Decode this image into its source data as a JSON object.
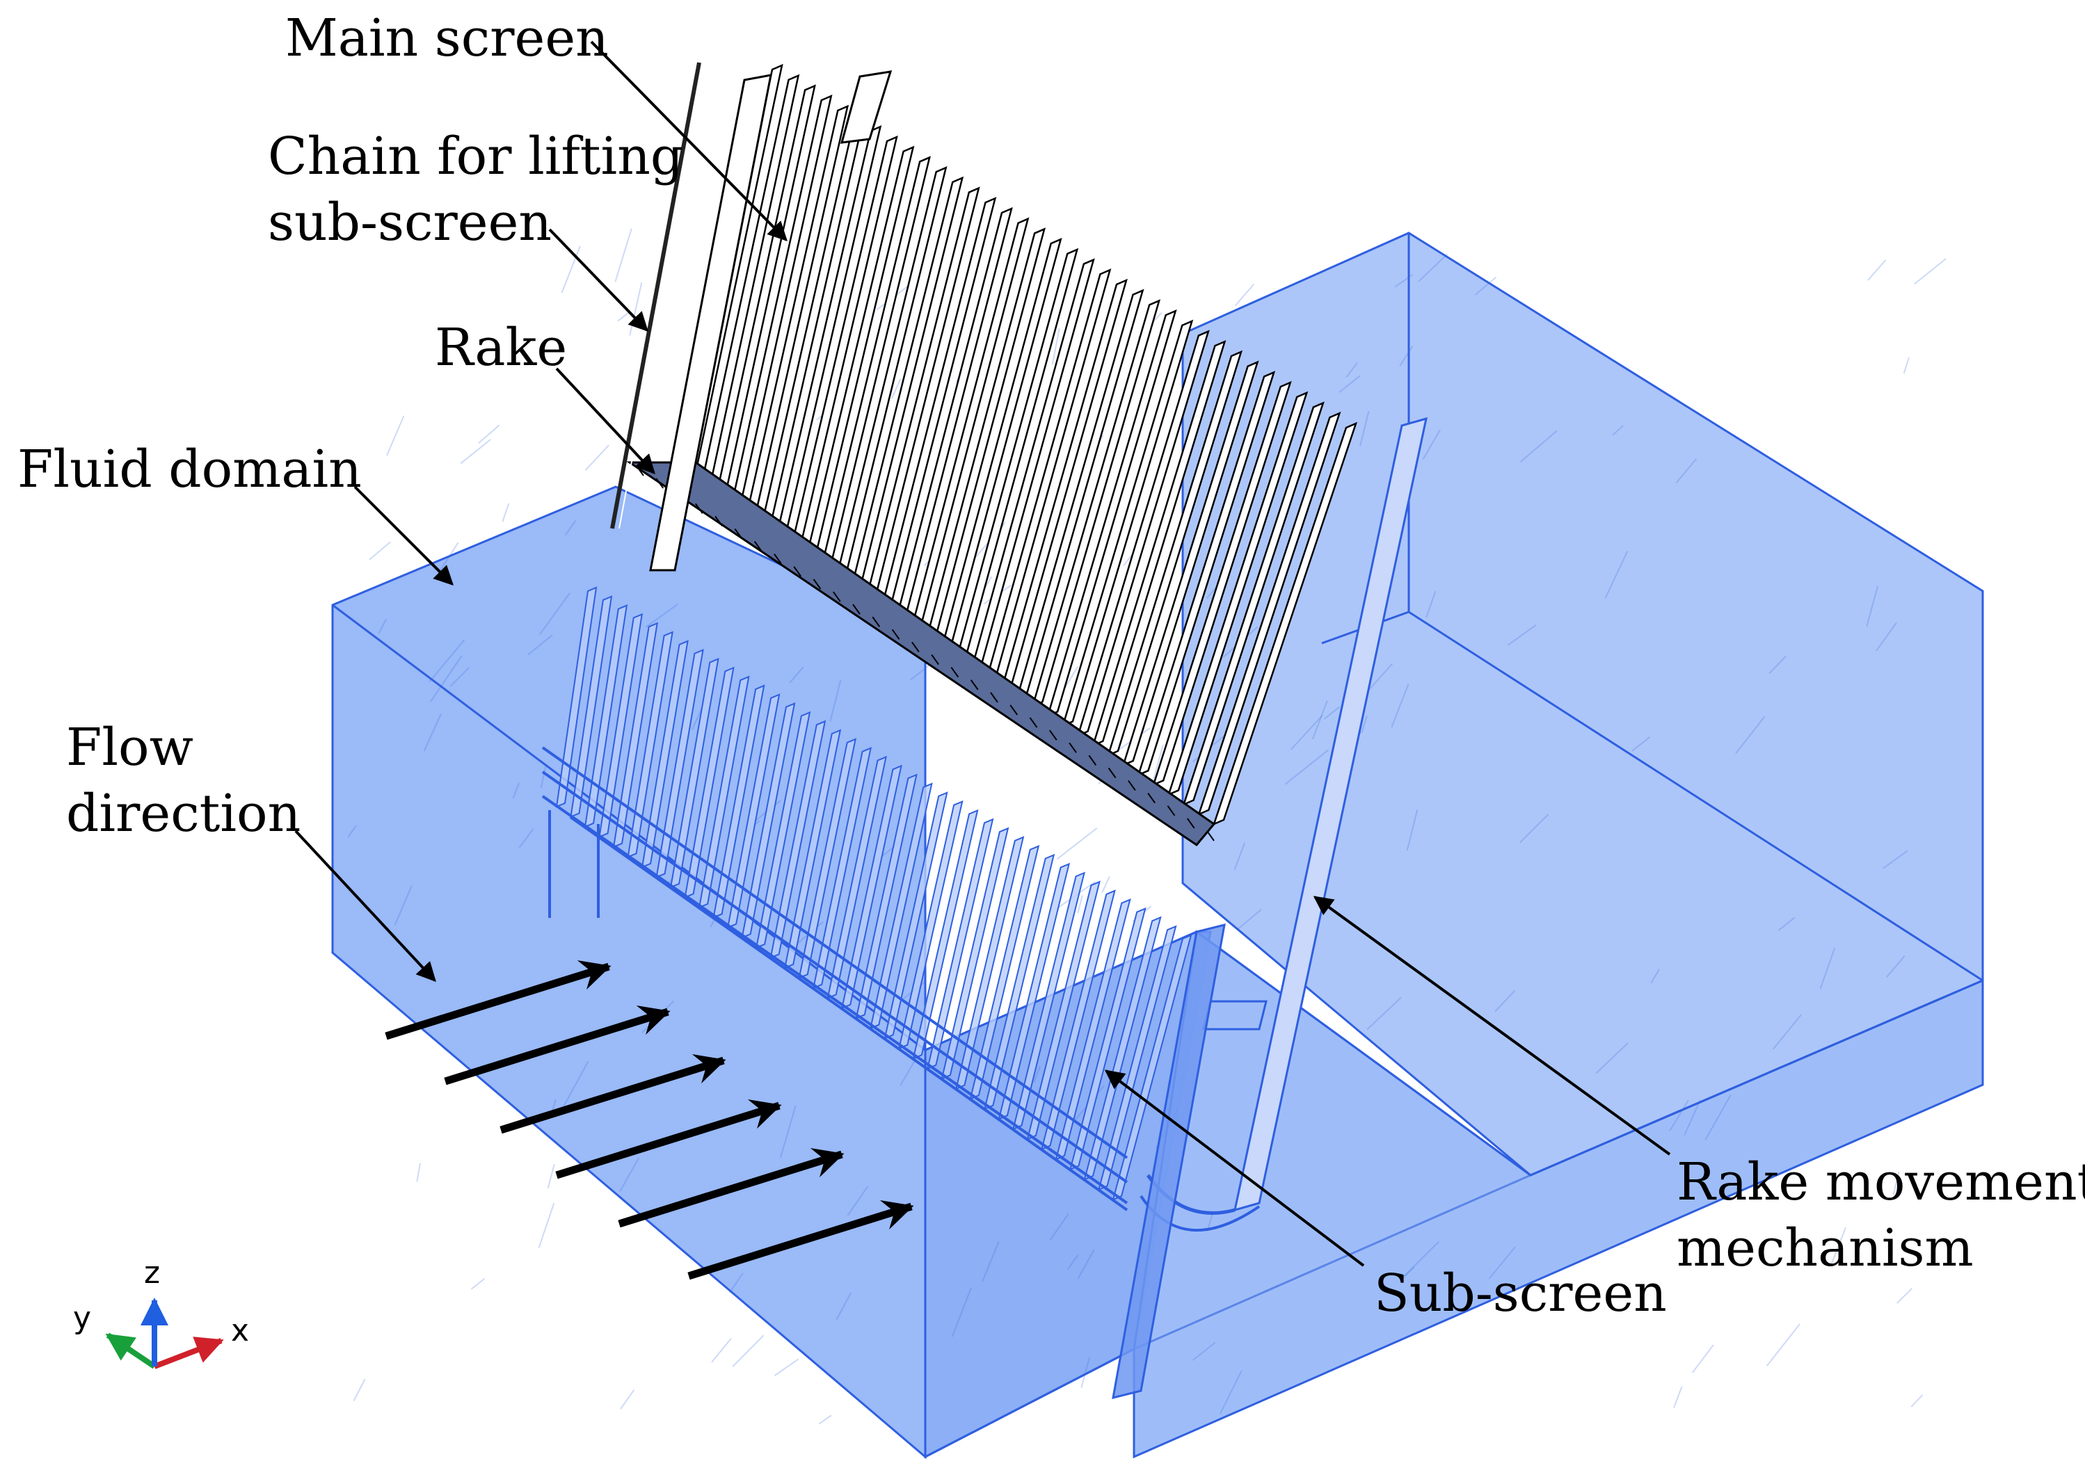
{
  "labels": {
    "main_screen": "Main screen",
    "chain_line1": "Chain for lifting",
    "chain_line2": "sub-screen",
    "rake": "Rake",
    "fluid_domain": "Fluid domain",
    "flow_line1": "Flow",
    "flow_line2": "direction",
    "rake_mech_line1": "Rake movement",
    "rake_mech_line2": "mechanism",
    "sub_screen": "Sub-screen"
  },
  "axes": {
    "x": "x",
    "y": "y",
    "z": "z"
  },
  "colors": {
    "fluid_fill": "#8fb3f7",
    "fluid_edge": "#2f5fe0",
    "screen_bar": "#ffffff",
    "ink": "#000000",
    "axis_x": "#d0202a",
    "axis_y": "#18a03a",
    "axis_z": "#1f5fe0"
  }
}
